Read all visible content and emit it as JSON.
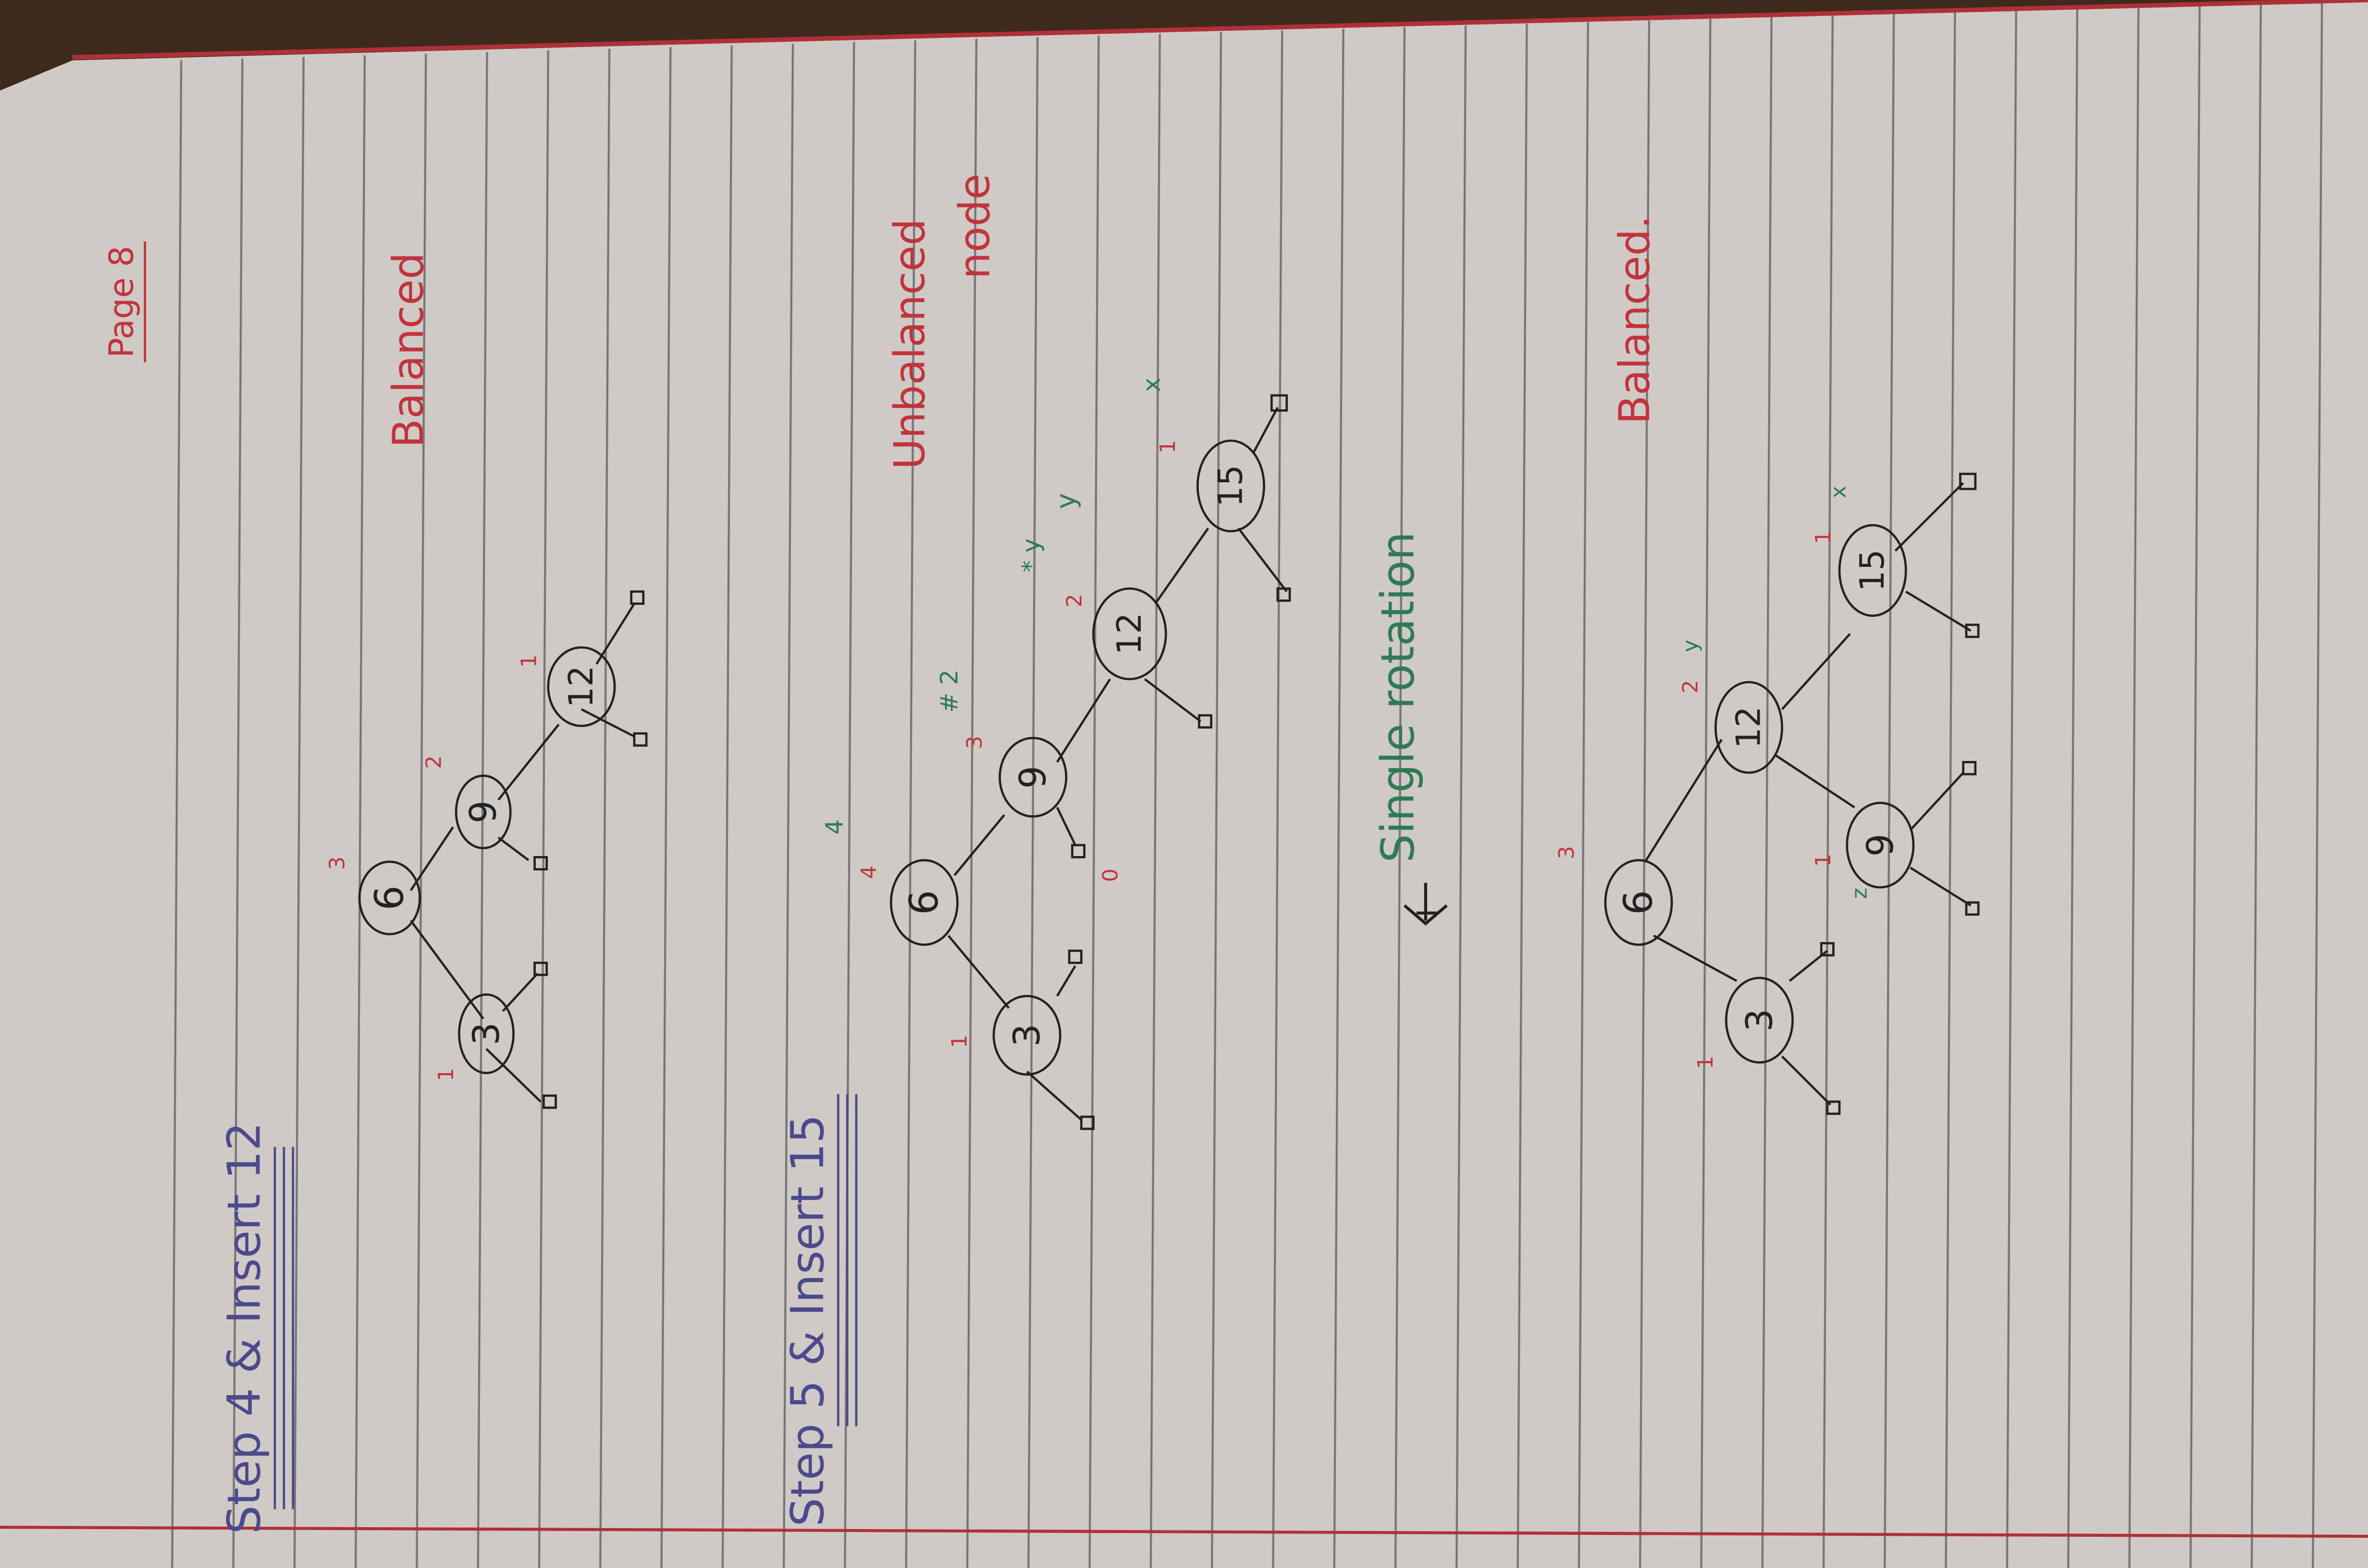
{
  "page": {
    "page_label": "Page 8"
  },
  "steps": [
    {
      "title": "Step 4 & Insert 12",
      "status": "Balanced",
      "nodes": [
        {
          "key": "6",
          "balance": "3"
        },
        {
          "key": "3",
          "balance": "1"
        },
        {
          "key": "9",
          "balance": "2"
        },
        {
          "key": "12",
          "balance": "1"
        }
      ]
    },
    {
      "title": "Step 5 & Insert 15",
      "status_line1": "Unbalanced",
      "status_line2": "node",
      "nodes": [
        {
          "key": "6",
          "balance": "4",
          "mark": "4"
        },
        {
          "key": "3",
          "balance": "1"
        },
        {
          "key": "9",
          "balance": "3",
          "mark": "2",
          "mark2": "# 2"
        },
        {
          "key": "12",
          "balance": "2"
        },
        {
          "key": "15",
          "balance": "1"
        }
      ],
      "other_marks": [
        "0",
        "y",
        "x",
        "* y"
      ]
    },
    {
      "rotation_label": "Single rotation",
      "status": "Balanced.",
      "nodes": [
        {
          "key": "6",
          "balance": "3"
        },
        {
          "key": "3",
          "balance": "1"
        },
        {
          "key": "12",
          "balance": "2",
          "mark": "y"
        },
        {
          "key": "9",
          "balance": "1",
          "mark": "z"
        },
        {
          "key": "15",
          "balance": "1",
          "mark": "x"
        }
      ]
    }
  ],
  "colors": {
    "paper": "#cfcac6",
    "rule_line": "#5b5a5e",
    "margin_line": "#b0303a",
    "ink_blue": "#4c4a8c",
    "ink_red": "#c2333c",
    "ink_green": "#2f7a55",
    "ink_black": "#222222"
  }
}
